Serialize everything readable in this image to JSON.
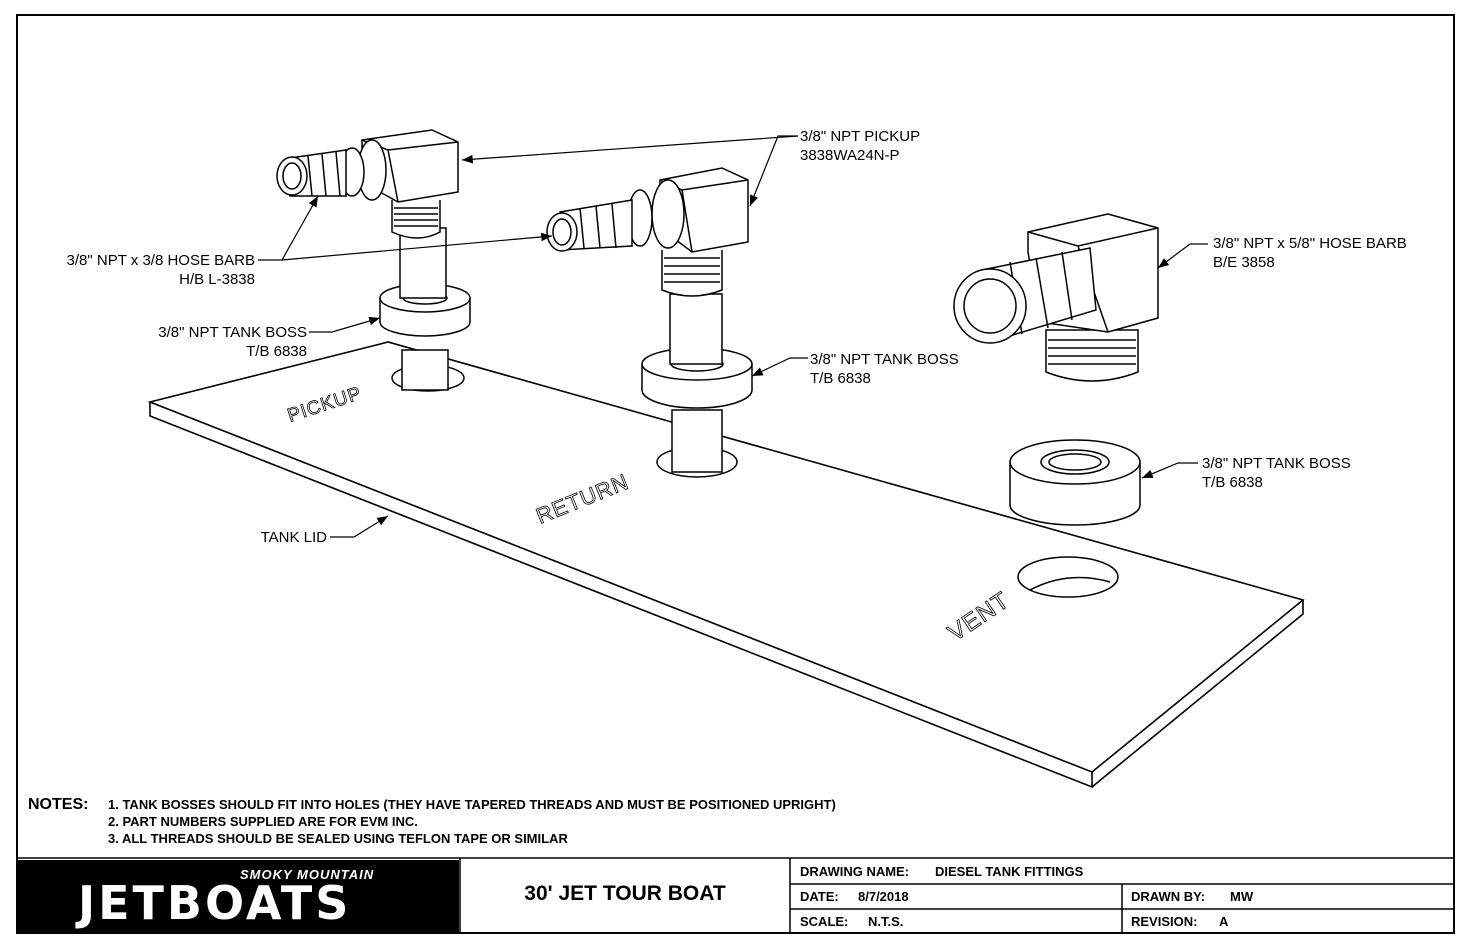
{
  "labels": {
    "pickup_fitting": "3/8\" NPT PICKUP",
    "pickup_fitting_pn": "3838WA24N-P",
    "hose_barb_38": "3/8\" NPT x 3/8 HOSE BARB",
    "hose_barb_38_pn": "H/B L-3838",
    "tank_boss_left": "3/8\" NPT TANK BOSS",
    "tank_boss_left_pn": "T/B 6838",
    "tank_boss_mid": "3/8\" NPT TANK BOSS",
    "tank_boss_mid_pn": "T/B 6838",
    "hose_barb_58": "3/8\" NPT x 5/8\" HOSE BARB",
    "hose_barb_58_pn": "B/E 3858",
    "tank_boss_right": "3/8\" NPT TANK BOSS",
    "tank_boss_right_pn": "T/B 6838",
    "tank_lid": "TANK LID",
    "hole_pickup": "PICKUP",
    "hole_return": "RETURN",
    "hole_vent": "VENT"
  },
  "notes": {
    "heading": "NOTES:",
    "items": [
      "1. TANK BOSSES SHOULD FIT INTO HOLES (THEY HAVE TAPERED THREADS AND MUST BE POSITIONED UPRIGHT)",
      "2. PART NUMBERS SUPPLIED ARE FOR EVM INC.",
      "3. ALL THREADS SHOULD BE SEALED USING TEFLON TAPE OR SIMILAR"
    ]
  },
  "title_block": {
    "logo_small": "SMOKY MOUNTAIN",
    "logo_big": "JETBOATS",
    "project": "30' JET TOUR BOAT",
    "drawing_name_label": "DRAWING NAME:",
    "drawing_name": "DIESEL TANK FITTINGS",
    "date_label": "DATE:",
    "date": "8/7/2018",
    "drawn_by_label": "DRAWN BY:",
    "drawn_by": "MW",
    "scale_label": "SCALE:",
    "scale": "N.T.S.",
    "revision_label": "REVISION:",
    "revision": "A"
  }
}
